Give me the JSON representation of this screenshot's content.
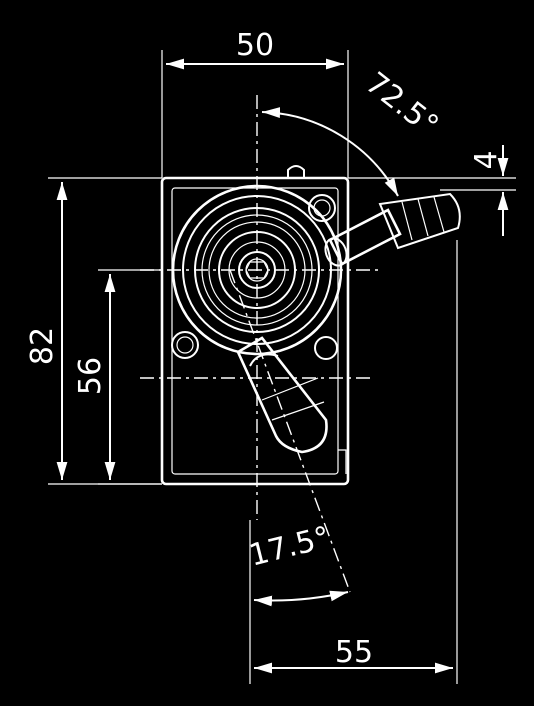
{
  "dimensions": {
    "width_top": "50",
    "height_left": "82",
    "height_inner": "56",
    "offset_bottom": "55",
    "offset_right": "4",
    "angle_top": "72.5°",
    "angle_bottom": "17.5°"
  }
}
